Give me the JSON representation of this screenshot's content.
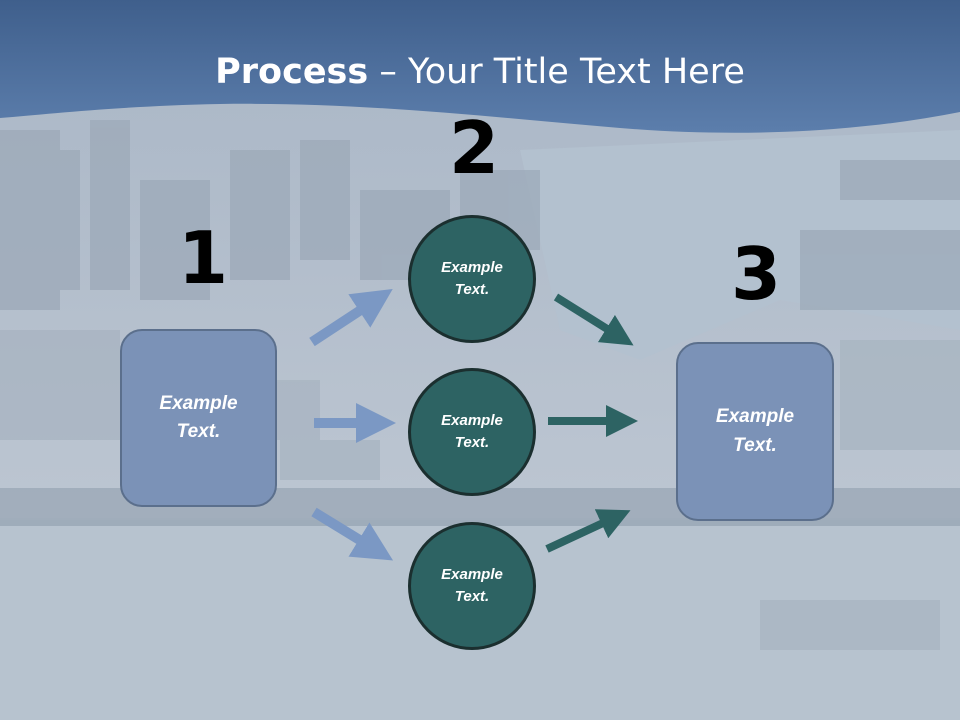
{
  "title": {
    "bold": "Process",
    "rest": " – Your Title Text Here"
  },
  "steps": [
    {
      "number": "1",
      "label": "Example Text."
    },
    {
      "number": "2",
      "labels": [
        "Example Text.",
        "Example Text.",
        "Example Text."
      ]
    },
    {
      "number": "3",
      "label": "Example Text."
    }
  ],
  "colors": {
    "header": "#4d6e9c",
    "box_fill": "#7b92b7",
    "circle_fill": "#2d6363",
    "arrow_light": "#7b98c4",
    "arrow_dark": "#2d6363"
  },
  "icons": [
    "arrow-right-icon"
  ]
}
